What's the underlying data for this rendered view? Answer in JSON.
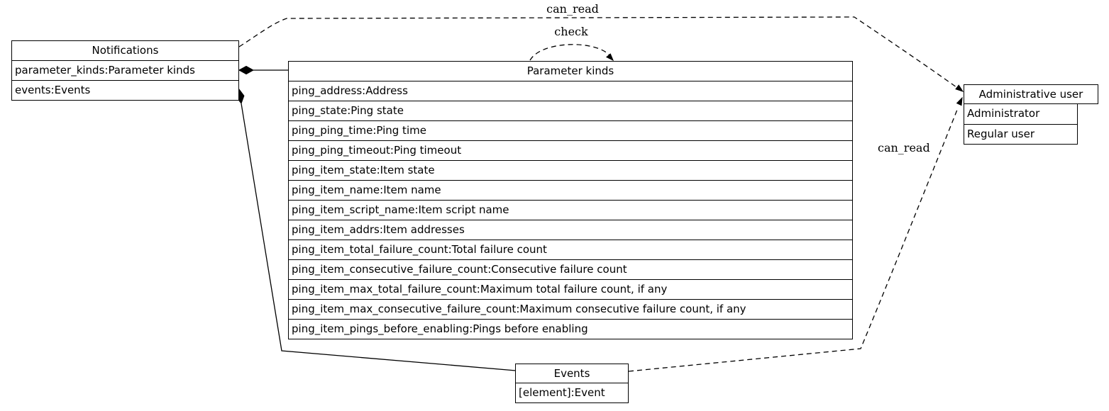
{
  "nodes": {
    "notifications": {
      "title": "Notifications",
      "rows": [
        "parameter_kinds:Parameter kinds",
        "events:Events"
      ]
    },
    "parameter_kinds": {
      "title": "Parameter kinds",
      "rows": [
        "ping_address:Address",
        "ping_state:Ping state",
        "ping_ping_time:Ping time",
        "ping_ping_timeout:Ping timeout",
        "ping_item_state:Item state",
        "ping_item_name:Item name",
        "ping_item_script_name:Item script name",
        "ping_item_addrs:Item addresses",
        "ping_item_total_failure_count:Total failure count",
        "ping_item_consecutive_failure_count:Consecutive failure count",
        "ping_item_max_total_failure_count:Maximum total failure count, if any",
        "ping_item_max_consecutive_failure_count:Maximum consecutive failure count, if any",
        "ping_item_pings_before_enabling:Pings before enabling"
      ]
    },
    "administrative_user": {
      "title": "Administrative user",
      "rows": [
        "Administrator",
        "Regular user"
      ]
    },
    "events": {
      "title": "Events",
      "rows": [
        "[element]:Event"
      ]
    }
  },
  "edges": {
    "notifications_to_admin_label": "can_read",
    "parameter_kinds_self_label": "check",
    "events_to_admin_label": "can_read"
  },
  "colors": {
    "line": "#000000",
    "text": "#000000",
    "background": "#ffffff"
  }
}
